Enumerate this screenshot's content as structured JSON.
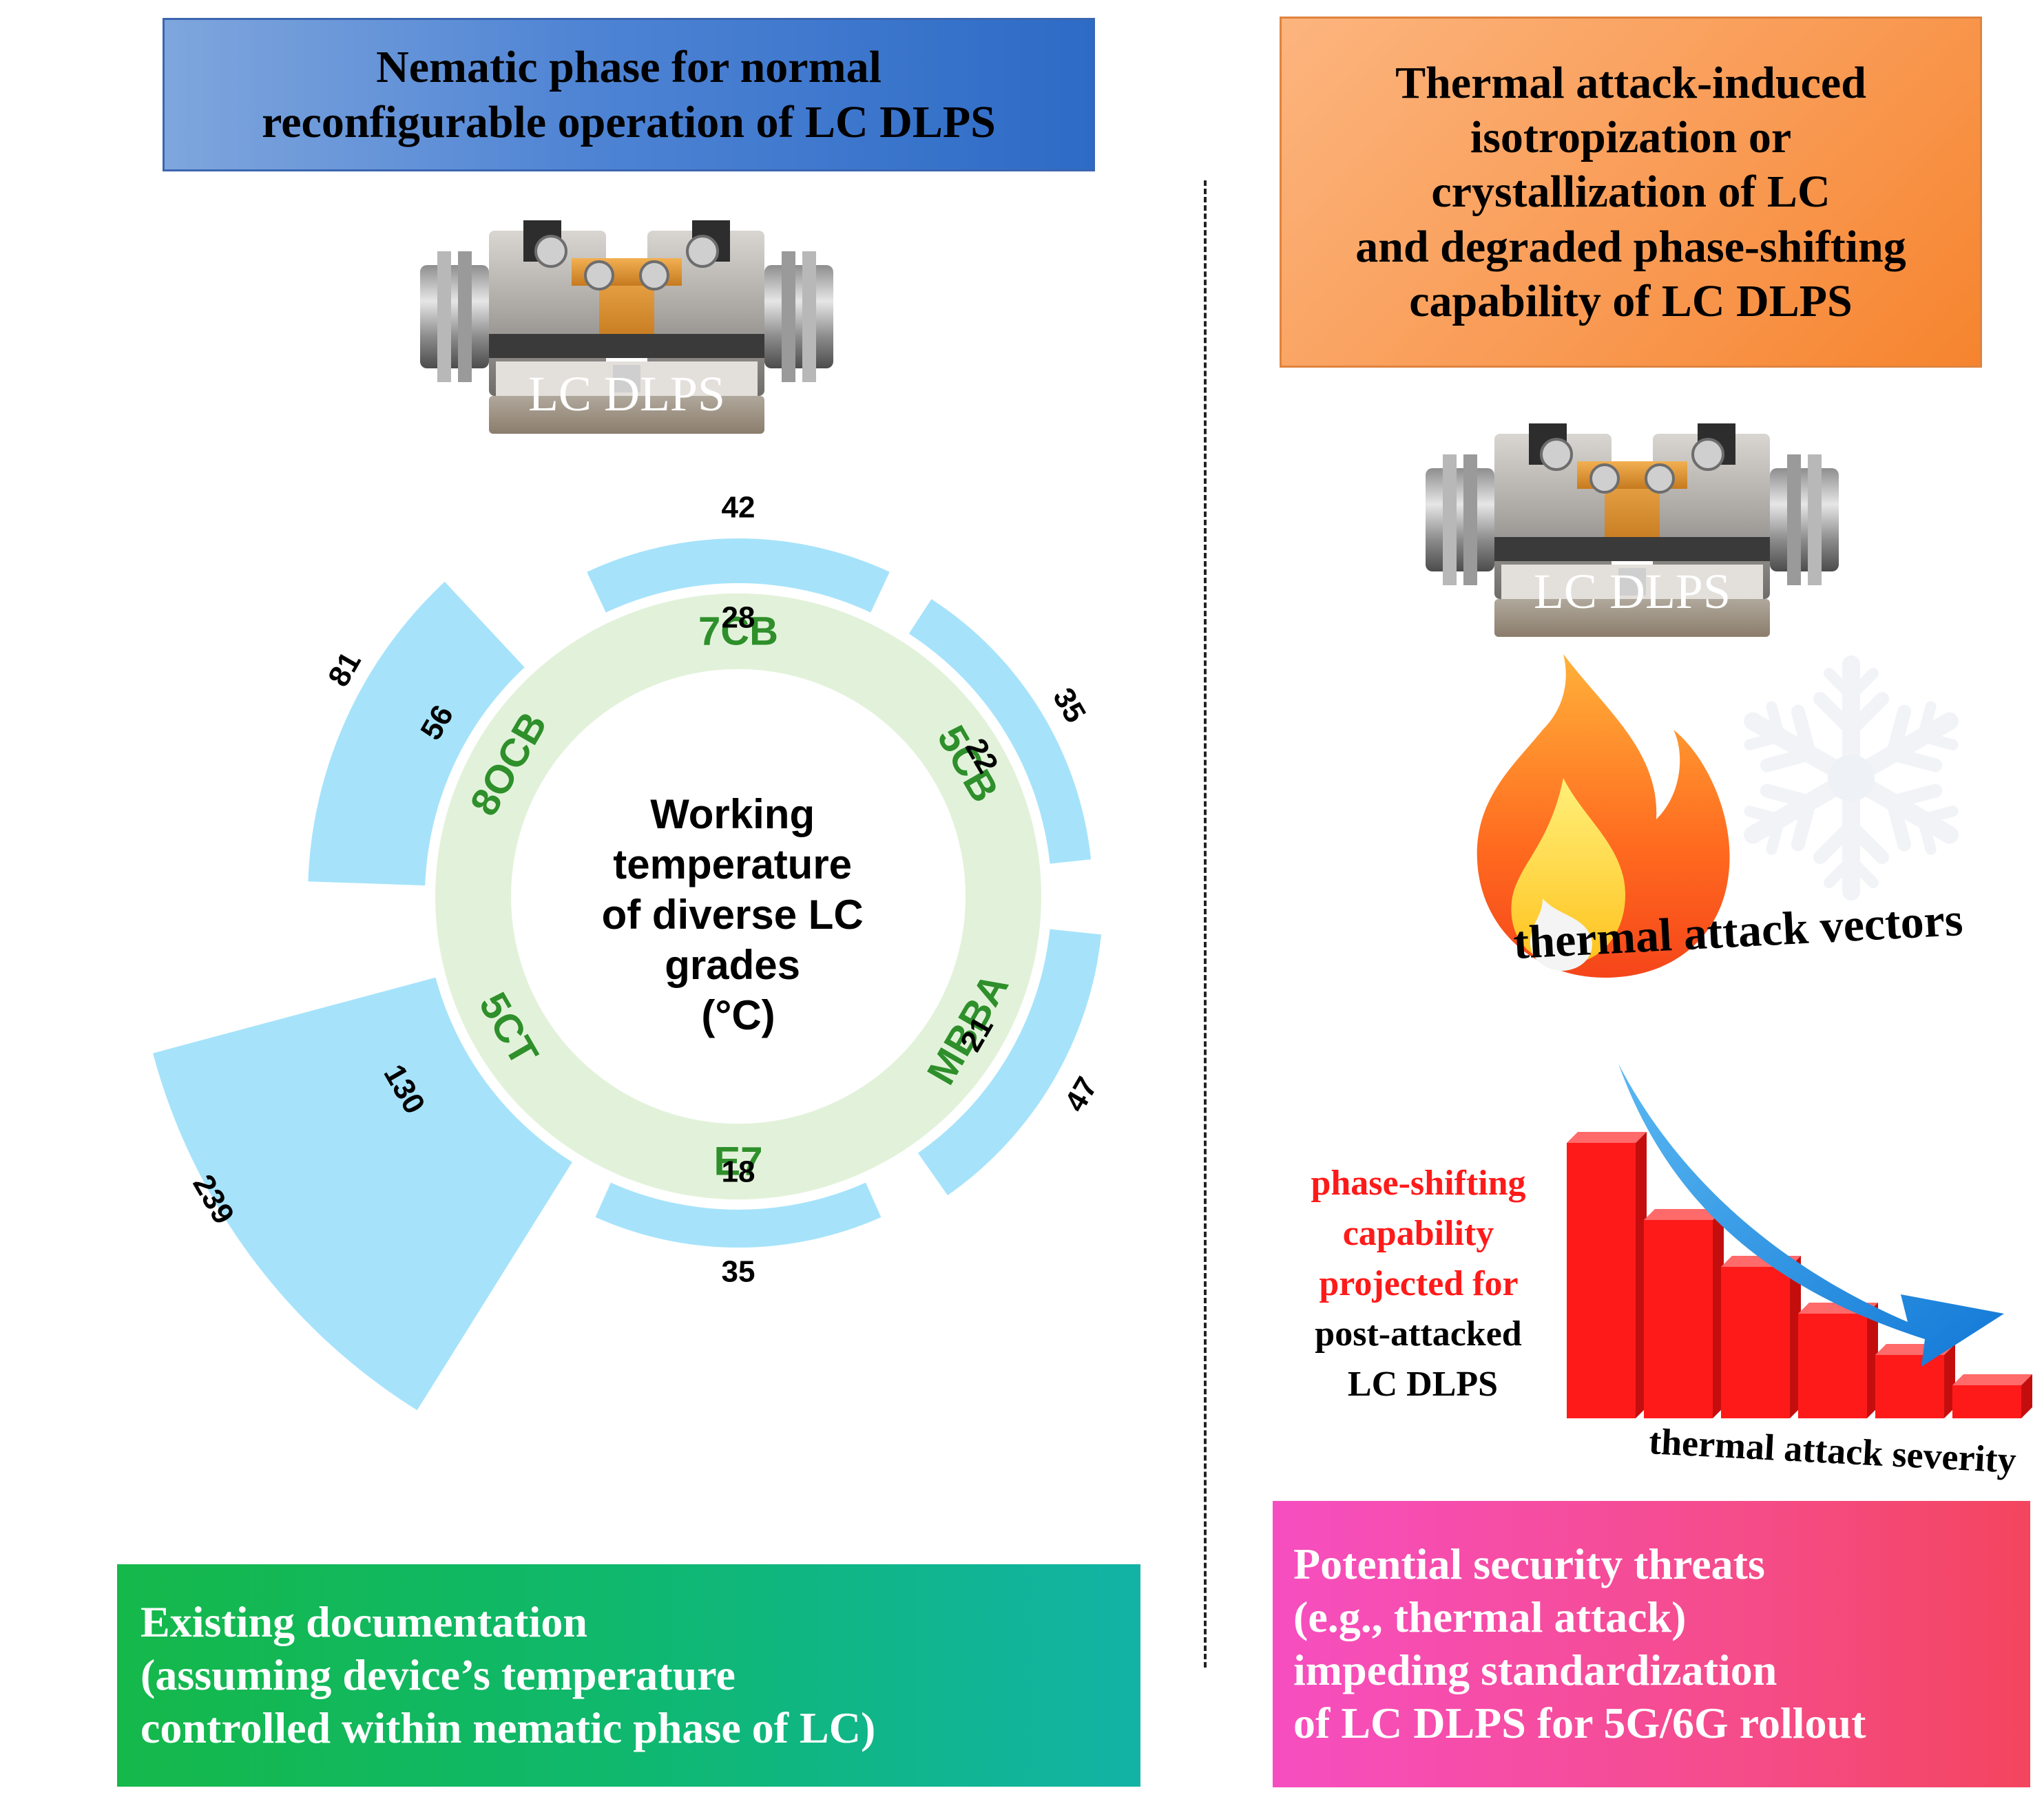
{
  "left_title": [
    "Nematic phase for normal",
    "reconfigurable operation of LC DLPS"
  ],
  "right_title": [
    "Thermal attack-induced",
    "isotropization or",
    "crystallization of LC",
    "and degraded phase-shifting",
    "capability of LC DLPS"
  ],
  "device_label": "LC DLPS",
  "center_text": [
    "Working",
    "temperature",
    "of diverse LC",
    "grades",
    "(°C)"
  ],
  "lc_grades": [
    {
      "name": "7CB",
      "low": "28",
      "high": "42"
    },
    {
      "name": "5CB",
      "low": "22",
      "high": "35"
    },
    {
      "name": "MBBA",
      "low": "21",
      "high": "47"
    },
    {
      "name": "E7",
      "low": "18",
      "high": "35"
    },
    {
      "name": "5CT",
      "low": "130",
      "high": "239"
    },
    {
      "name": "8OCB",
      "low": "56",
      "high": "81"
    }
  ],
  "thermal_attack_vectors": "thermal attack vectors",
  "bar_chart": {
    "label_red": [
      "phase-shifting",
      "capability",
      "projected for"
    ],
    "label_black": [
      "post-attacked",
      "LC DLPS"
    ],
    "x_label": "thermal attack severity",
    "relative_heights": [
      1.0,
      0.72,
      0.55,
      0.38,
      0.23,
      0.12
    ]
  },
  "bottom_left": [
    "Existing documentation",
    "(assuming device’s temperature",
    "controlled within nematic phase of LC)"
  ],
  "bottom_right": [
    "Potential security threats",
    "(e.g., thermal attack)",
    "impeding standardization",
    "of LC DLPS for 5G/6G rollout"
  ],
  "colors": {
    "ring": "#e2f2da",
    "band": "#a6e3fb",
    "grade_text": "#2e8f2b",
    "bar_red": "#ff1a1a",
    "arrow_blue": "#1f8fe0",
    "label_red": "#ff1a1a"
  }
}
